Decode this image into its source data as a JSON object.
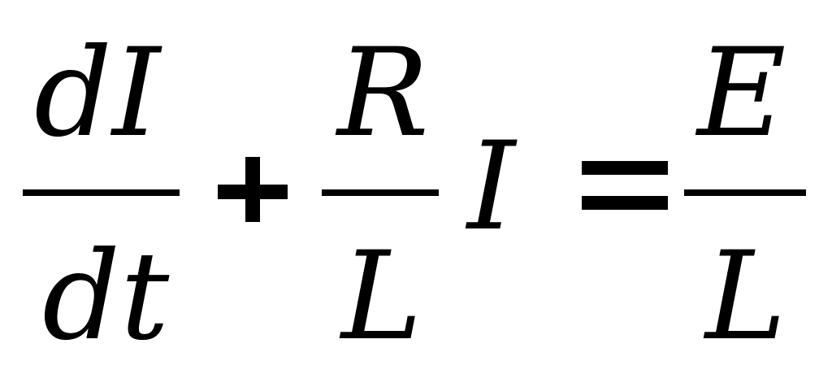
{
  "equation": {
    "lhs_fraction": {
      "numerator": "dI",
      "denominator": "dt"
    },
    "plus": "+",
    "coeff_fraction": {
      "numerator": "R",
      "denominator": "L"
    },
    "current": "I",
    "equals": "=",
    "rhs_fraction": {
      "numerator": "E",
      "denominator": "L"
    }
  }
}
